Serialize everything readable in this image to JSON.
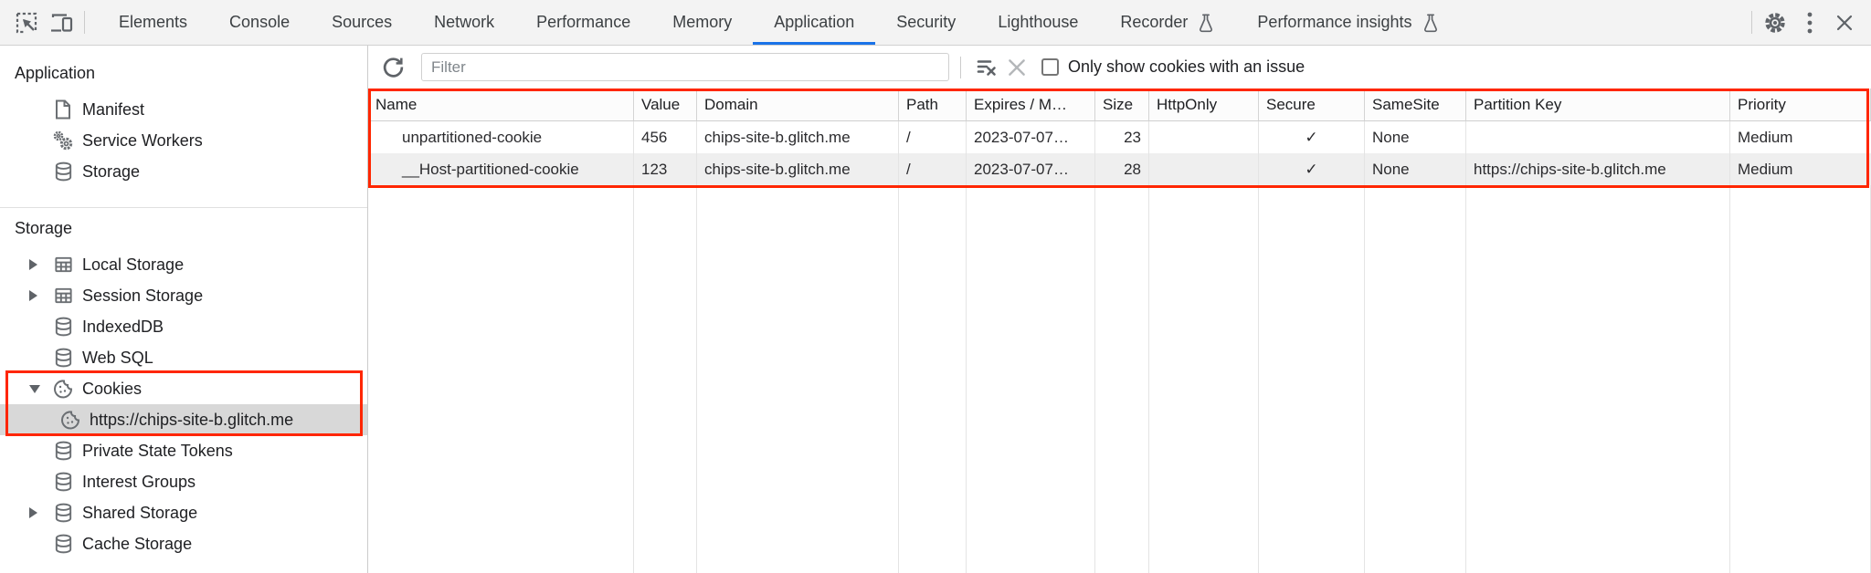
{
  "colors": {
    "annotation_red": "#ff2600",
    "active_tab_blue": "#1a73e8",
    "selected_row_grey": "#d8d8d8",
    "toolbar_grey": "#f3f3f3"
  },
  "tabbar": {
    "active_tab": "Application",
    "tabs": [
      {
        "label": "Elements",
        "flask": false
      },
      {
        "label": "Console",
        "flask": false
      },
      {
        "label": "Sources",
        "flask": false
      },
      {
        "label": "Network",
        "flask": false
      },
      {
        "label": "Performance",
        "flask": false
      },
      {
        "label": "Memory",
        "flask": false
      },
      {
        "label": "Application",
        "flask": false
      },
      {
        "label": "Security",
        "flask": false
      },
      {
        "label": "Lighthouse",
        "flask": false
      },
      {
        "label": "Recorder",
        "flask": true
      },
      {
        "label": "Performance insights",
        "flask": true
      }
    ]
  },
  "sidebar": {
    "sections": [
      {
        "header": "Application",
        "items": [
          {
            "label": "Manifest",
            "icon": "document"
          },
          {
            "label": "Service Workers",
            "icon": "service-workers"
          },
          {
            "label": "Storage",
            "icon": "database"
          }
        ]
      },
      {
        "header": "Storage",
        "items": [
          {
            "label": "Local Storage",
            "icon": "table",
            "arrow": "collapsed"
          },
          {
            "label": "Session Storage",
            "icon": "table",
            "arrow": "collapsed"
          },
          {
            "label": "IndexedDB",
            "icon": "database"
          },
          {
            "label": "Web SQL",
            "icon": "database"
          },
          {
            "label": "Cookies",
            "icon": "cookie",
            "arrow": "expanded",
            "group": "cookies-highlight"
          },
          {
            "label": "https://chips-site-b.glitch.me",
            "icon": "cookie",
            "child": true,
            "selected": true,
            "group": "cookies-highlight"
          },
          {
            "label": "Private State Tokens",
            "icon": "database"
          },
          {
            "label": "Interest Groups",
            "icon": "database"
          },
          {
            "label": "Shared Storage",
            "icon": "database",
            "arrow": "collapsed"
          },
          {
            "label": "Cache Storage",
            "icon": "database"
          }
        ]
      }
    ]
  },
  "cookie_panel": {
    "filter_placeholder": "Filter",
    "checkbox_label": "Only show cookies with an issue",
    "table": {
      "columns": [
        {
          "key": "name",
          "label": "Name",
          "align": "left"
        },
        {
          "key": "value",
          "label": "Value",
          "align": "left"
        },
        {
          "key": "domain",
          "label": "Domain",
          "align": "left"
        },
        {
          "key": "path",
          "label": "Path",
          "align": "left"
        },
        {
          "key": "expires",
          "label": "Expires / M…",
          "align": "left"
        },
        {
          "key": "size",
          "label": "Size",
          "align": "right"
        },
        {
          "key": "httponly",
          "label": "HttpOnly",
          "align": "left"
        },
        {
          "key": "secure",
          "label": "Secure",
          "align": "center"
        },
        {
          "key": "samesite",
          "label": "SameSite",
          "align": "left"
        },
        {
          "key": "partition_key",
          "label": "Partition Key",
          "align": "left"
        },
        {
          "key": "priority",
          "label": "Priority",
          "align": "left"
        }
      ],
      "rows": [
        [
          "unpartitioned-cookie",
          "456",
          "chips-site-b.glitch.me",
          "/",
          "2023-07-07…",
          "23",
          "",
          "✓",
          "None",
          "",
          "Medium"
        ],
        [
          "__Host-partitioned-cookie",
          "123",
          "chips-site-b.glitch.me",
          "/",
          "2023-07-07…",
          "28",
          "",
          "✓",
          "None",
          "https://chips-site-b.glitch.me",
          "Medium"
        ]
      ]
    }
  }
}
